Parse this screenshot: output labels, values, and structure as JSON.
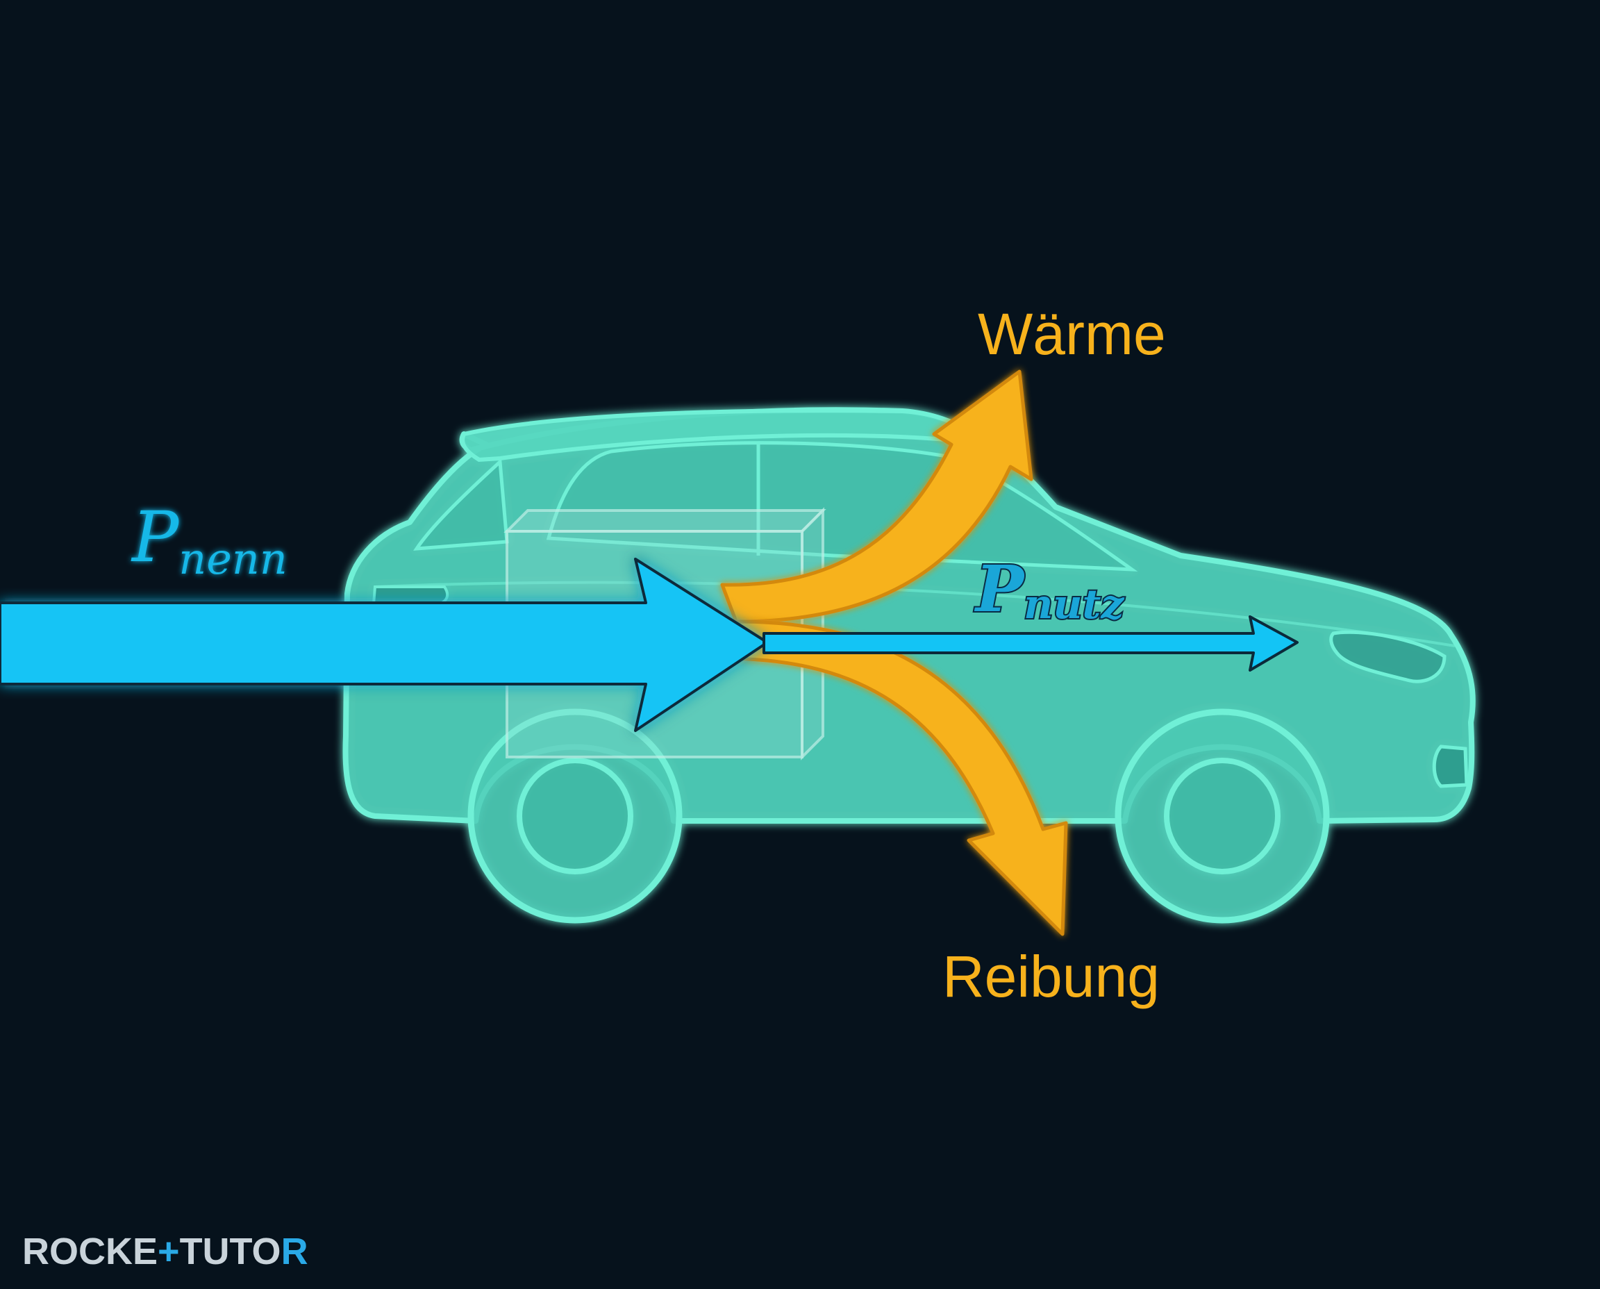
{
  "labels": {
    "input_symbol": "P",
    "input_subscript": "nenn",
    "useful_symbol": "P",
    "useful_subscript": "nutz",
    "loss_heat": "Wärme",
    "loss_friction": "Reibung"
  },
  "logo": {
    "part1": "ROCKE",
    "plus": "+",
    "part2": "TUTO",
    "part3": "R"
  },
  "colors": {
    "background": "#06121c",
    "car_fill": "#4cc9b4",
    "car_stroke": "#6ff0d6",
    "power_arrow": "#13c4f5",
    "loss_arrow": "#f7b21c",
    "logo_text": "#c9d3da",
    "logo_accent": "#2aa9e6"
  }
}
